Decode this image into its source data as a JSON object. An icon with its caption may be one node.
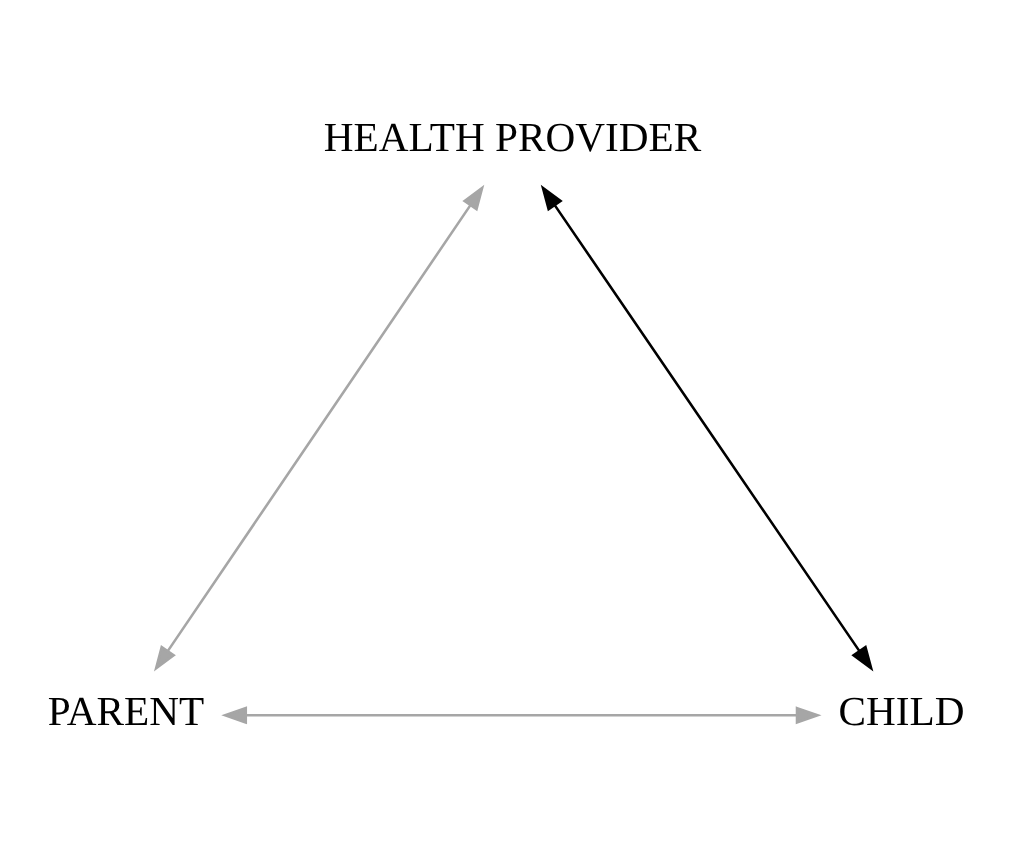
{
  "diagram": {
    "nodes": [
      {
        "text": [
          "HEALTH PROVIDER"
        ]
      },
      {
        "text": [
          "PARENT"
        ]
      },
      {
        "text": [
          "CHILD"
        ]
      }
    ],
    "edges": [
      {
        "from": 1,
        "to": 0,
        "arrow": "both"
      },
      {
        "from": 0,
        "to": 2,
        "arrow": "both",
        "color": "#000000"
      },
      {
        "from": 1,
        "to": 2,
        "arrow": "both"
      }
    ]
  }
}
